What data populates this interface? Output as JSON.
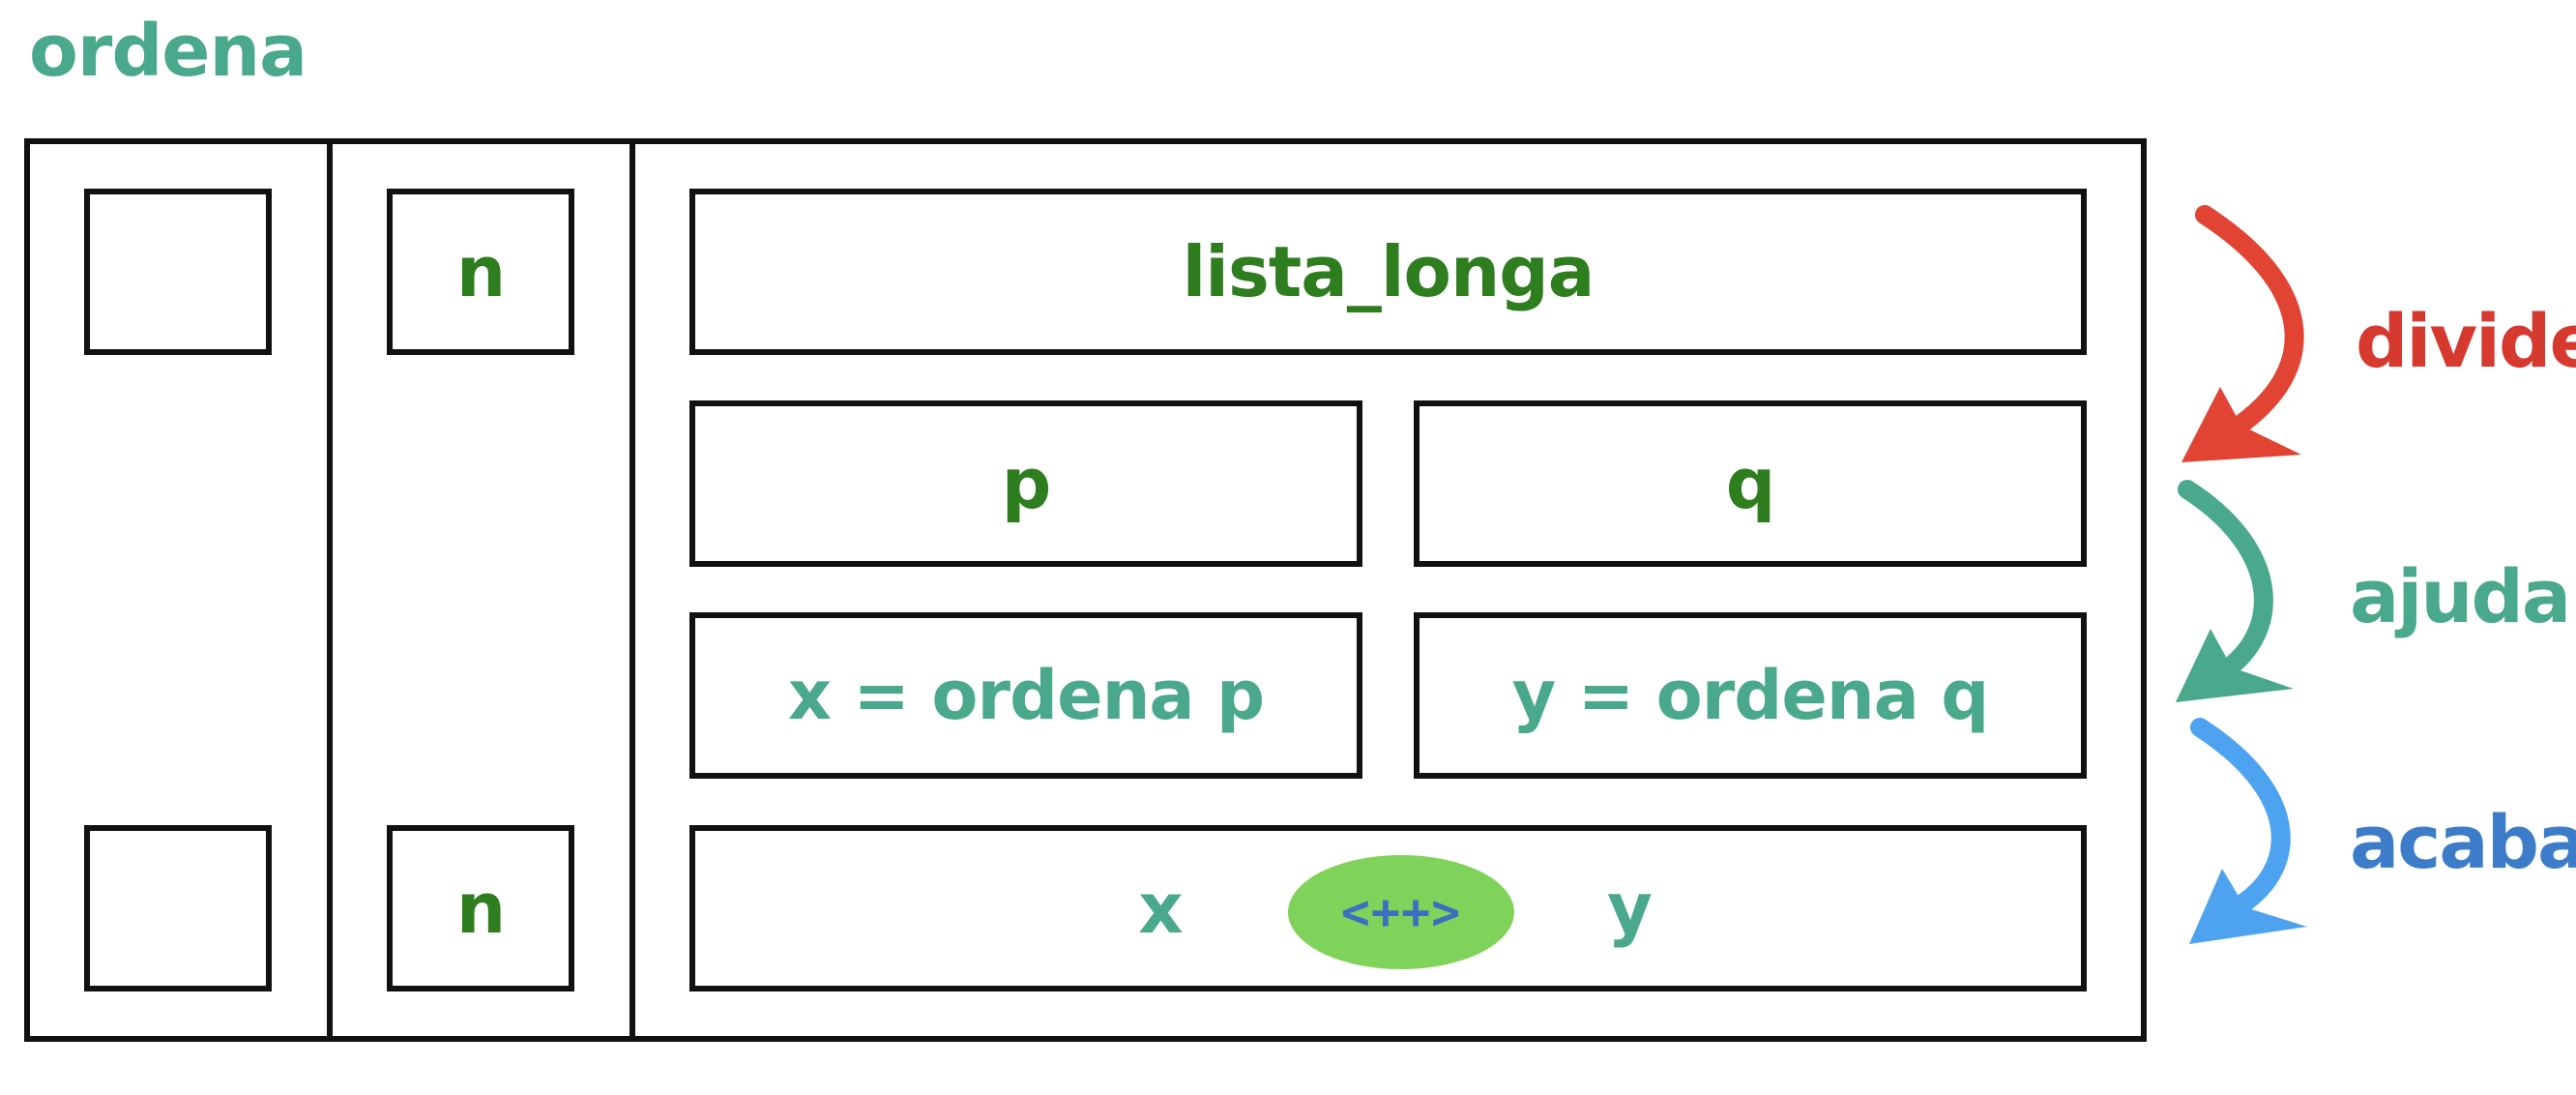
{
  "title": "ordena",
  "cells": {
    "n_top": "n",
    "n_bottom": "n",
    "lista_longa": "lista_longa",
    "p": "p",
    "q": "q",
    "x_ordena": "x = ordena p",
    "y_ordena": "y = ordena q",
    "x": "x",
    "op": "<++>",
    "y": "y"
  },
  "steps": [
    {
      "label": "divide",
      "color": "#d63a2f"
    },
    {
      "label": "ajuda!",
      "color": "#4aa98c"
    },
    {
      "label": "acaba",
      "color": "#3d7cc9"
    }
  ],
  "colors": {
    "dark_green_text": "#2e7d1f",
    "teal_text": "#4aa98c",
    "op_fill": "#7fd35a",
    "op_text": "#3d6fbf",
    "arrow_divide": "#e14433",
    "arrow_ajuda": "#4aa98c",
    "arrow_acaba": "#4ea3f0"
  }
}
